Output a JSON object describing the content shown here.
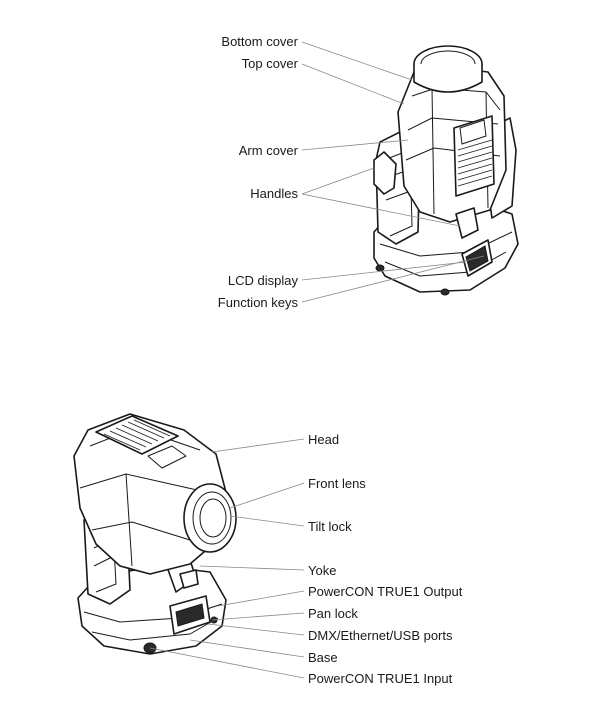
{
  "top_fixture": {
    "labels": {
      "bottom_cover": "Bottom cover",
      "top_cover": "Top cover",
      "arm_cover": "Arm cover",
      "handles": "Handles",
      "lcd_display": "LCD display",
      "function_keys": "Function keys"
    }
  },
  "bottom_fixture": {
    "labels": {
      "head": "Head",
      "front_lens": "Front lens",
      "tilt_lock": "Tilt lock",
      "yoke": "Yoke",
      "powercon_output": "PowerCON TRUE1 Output",
      "pan_lock": "Pan lock",
      "dmx_ports": "DMX/Ethernet/USB ports",
      "base": "Base",
      "powercon_input": "PowerCON TRUE1 Input"
    }
  }
}
